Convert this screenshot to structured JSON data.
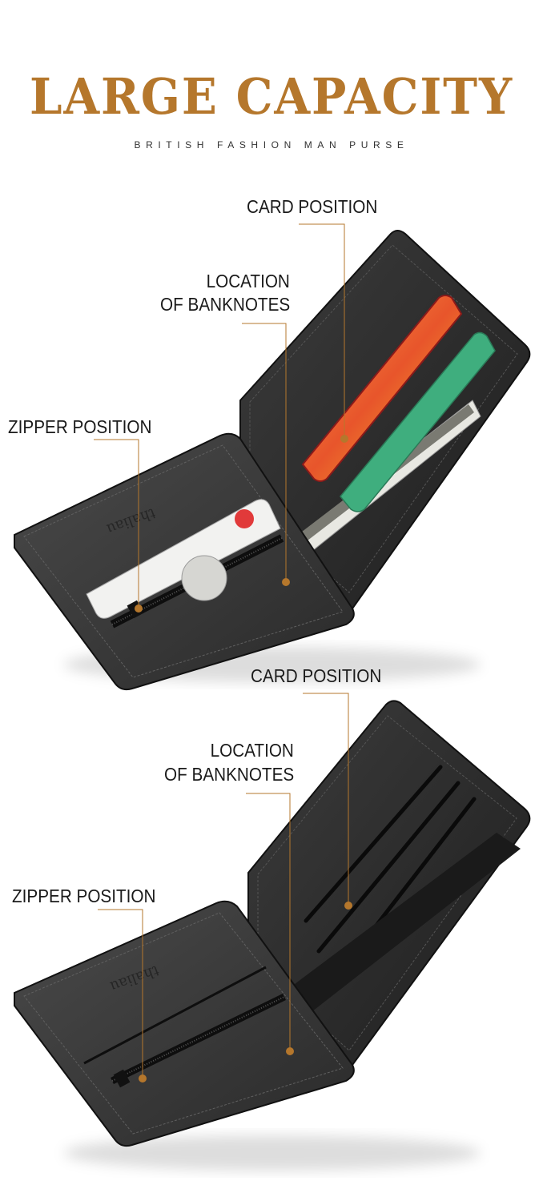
{
  "header": {
    "title": "LARGE CAPACITY",
    "subtitle": "BRITISH FASHION MAN PURSE"
  },
  "accent_color": "#b5772c",
  "panels": [
    {
      "name": "wallet-with-cards",
      "callouts": {
        "card_position": "CARD POSITION",
        "banknotes_line1": "LOCATION",
        "banknotes_line2": "OF BANKNOTES",
        "zipper_position": "ZIPPER POSITION"
      }
    },
    {
      "name": "wallet-empty",
      "callouts": {
        "card_position": "CARD POSITION",
        "banknotes_line1": "LOCATION",
        "banknotes_line2": "OF BANKNOTES",
        "zipper_position": "ZIPPER POSITION"
      }
    }
  ]
}
